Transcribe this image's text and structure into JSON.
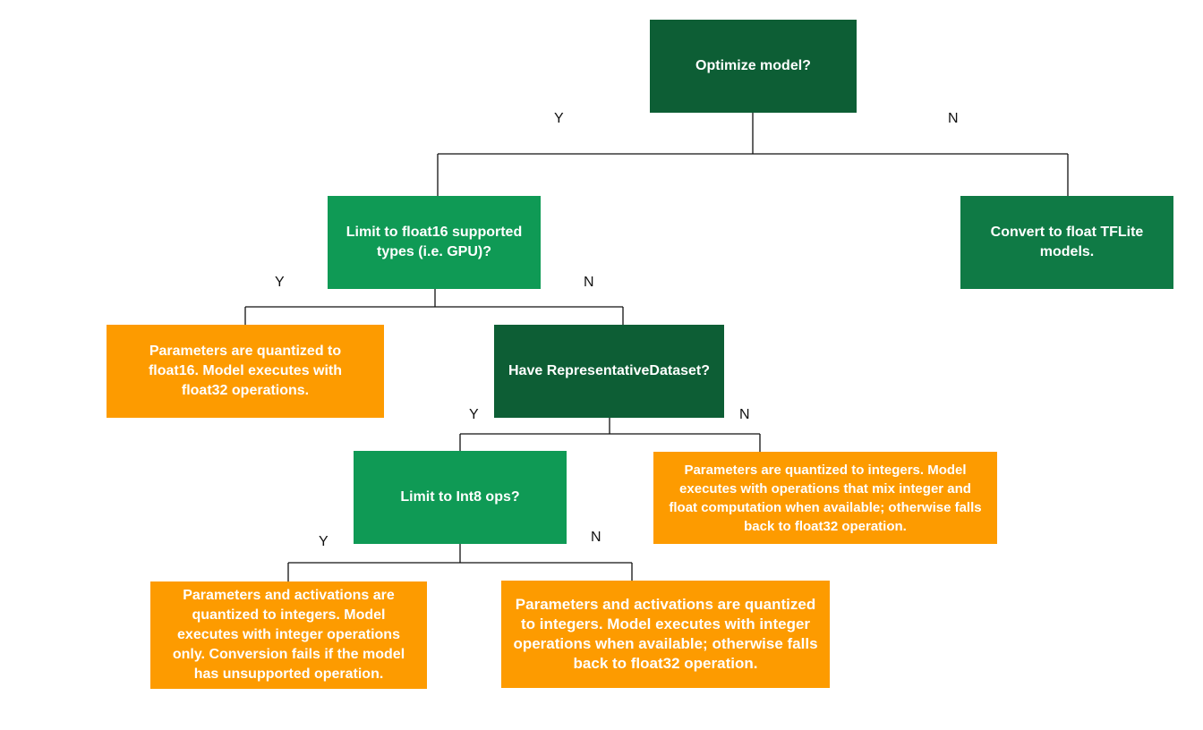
{
  "nodes": {
    "optimize_model": "Optimize model?",
    "limit_float16": "Limit to float16 supported types (i.e. GPU)?",
    "convert_float": "Convert to float TFLite models.",
    "float16_result": "Parameters are quantized to float16. Model executes with float32 operations.",
    "have_dataset": "Have RepresentativeDataset?",
    "limit_int8": "Limit to Int8 ops?",
    "dynamic_range_result": "Parameters are quantized to integers. Model executes with operations that mix integer and float computation when available; otherwise falls back to float32 operation.",
    "int8_only_result": "Parameters and activations are quantized to integers. Model executes with integer operations only. Conversion fails if the model has unsupported operation.",
    "int8_fallback_result": "Parameters and activations are quantized to integers. Model executes with integer operations when available; otherwise falls back to float32 operation."
  },
  "edge_labels": {
    "optimize_yes": "Y",
    "optimize_no": "N",
    "float16_yes": "Y",
    "float16_no": "N",
    "dataset_yes": "Y",
    "dataset_no": "N",
    "int8_yes": "Y",
    "int8_no": "N"
  },
  "colors": {
    "decision_dark": "#0d5e35",
    "decision_mid": "#0f7a45",
    "decision_light": "#0f9a55",
    "outcome": "#fd9b00",
    "connector": "#111111"
  }
}
